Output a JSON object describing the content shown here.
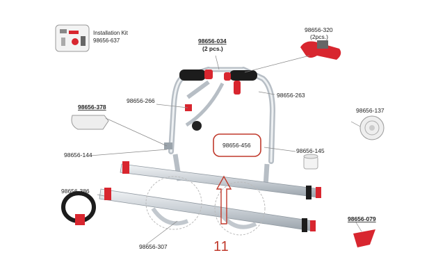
{
  "kit": {
    "line1": "Installation Kit",
    "line2": "98656-637"
  },
  "parts": {
    "p034": "98656-034",
    "p034_qty": "(2 pcs.)",
    "p320": "98656-320",
    "p320_qty": "(2pcs.)",
    "p378": "98656-378",
    "p266": "98656-266",
    "p263": "98656-263",
    "p137": "98656-137",
    "p456": "98656-456",
    "p145": "98656-145",
    "p144": "98656-144",
    "p386": "98656-386",
    "p079": "98656-079",
    "p307": "98656-307"
  },
  "callout_number": "11",
  "colors": {
    "highlight": "#c0392b",
    "accent_red": "#d8262f",
    "metal": "#cfd5db"
  }
}
